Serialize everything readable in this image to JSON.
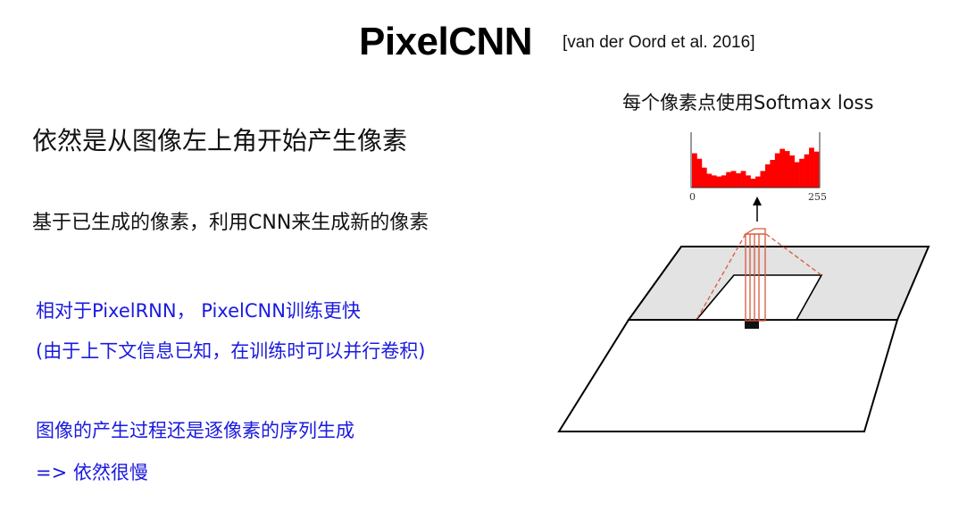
{
  "slide": {
    "title": "PixelCNN",
    "citation": "[van der Oord et al. 2016]",
    "lines": [
      "依然是从图像左上角开始产生像素",
      "基于已生成的像素，利用CNN来生成新的像素",
      "相对于PixelRNN， PixelCNN训练更快",
      "(由于上下文信息已知，在训练时可以并行卷积)",
      "图像的产生过程还是逐像素的序列生成",
      "=> 依然很慢"
    ],
    "colors": {
      "text": "#111111",
      "accent_blue": "#1a1adf",
      "histogram": "#ff0000",
      "receptive_field": "#d9583b",
      "context_region": "#e3e3e3"
    }
  },
  "figure": {
    "caption": "每个像素点使用Softmax loss",
    "histogram_axis_min": "0",
    "histogram_axis_max": "255",
    "histogram_values": [
      0.62,
      0.52,
      0.36,
      0.25,
      0.22,
      0.2,
      0.22,
      0.28,
      0.3,
      0.26,
      0.3,
      0.22,
      0.16,
      0.2,
      0.3,
      0.42,
      0.5,
      0.62,
      0.7,
      0.66,
      0.58,
      0.46,
      0.52,
      0.6,
      0.72,
      0.65
    ]
  }
}
